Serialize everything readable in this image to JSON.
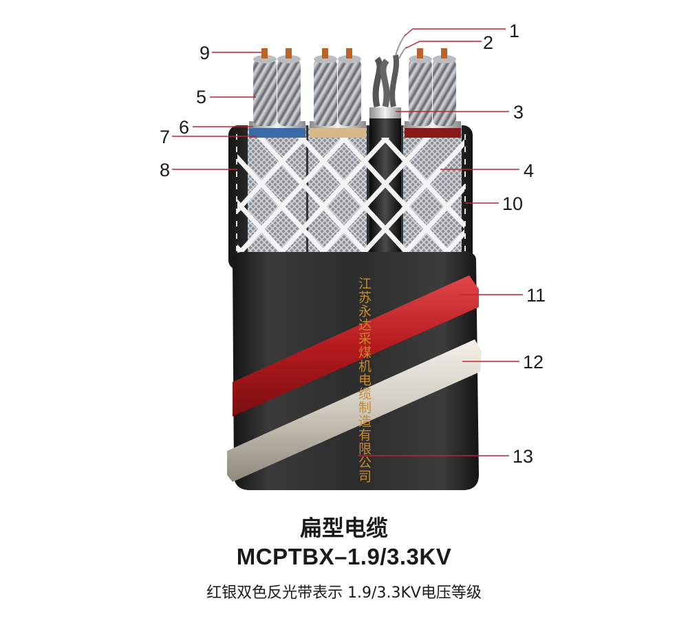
{
  "callouts": [
    {
      "id": "1"
    },
    {
      "id": "2"
    },
    {
      "id": "3"
    },
    {
      "id": "4"
    },
    {
      "id": "5"
    },
    {
      "id": "6"
    },
    {
      "id": "7"
    },
    {
      "id": "8"
    },
    {
      "id": "9"
    },
    {
      "id": "10"
    },
    {
      "id": "11"
    },
    {
      "id": "12"
    },
    {
      "id": "13"
    }
  ],
  "manufacturer_print": "江苏永达采煤机电缆制造有限公司",
  "title": "扁型电缆",
  "model": "MCPTBX–1.9/3.3KV",
  "note": "红银双色反光带表示 1.9/3.3KV电压等级",
  "colors": {
    "sheath": "#2a2a2a",
    "red_band": "#b81a1a",
    "silver_band": "#d9d4cc",
    "blue_core": "#3a6aa8",
    "yellow_core": "#d9b888",
    "red_core": "#8a1a1a",
    "copper": "#b8642a",
    "leader_line": "#c0242a",
    "print": "#c88a2a"
  }
}
